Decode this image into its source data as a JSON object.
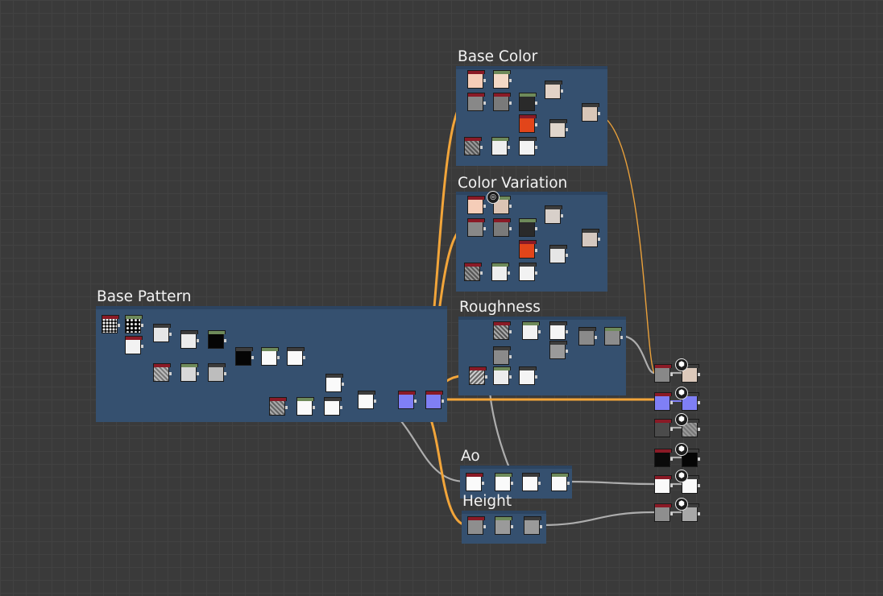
{
  "frames": {
    "base_color": "Base Color",
    "color_variation": "Color Variation",
    "roughness": "Roughness",
    "base_pattern": "Base Pattern",
    "ao": "Ao",
    "height": "Height"
  },
  "colors": {
    "canvas": "#3a3a3a",
    "frame": "#35506f",
    "wire_orange": "#f2a53a",
    "wire_gray": "#b4b4b4",
    "node_header_red": "#8a1a26",
    "node_header_green": "#6e8a5a",
    "node_header_dark": "#3c3c3c",
    "output_purple": "#7f7ff5"
  },
  "icons": {
    "output": "cube-icon",
    "pin": "pin-icon"
  }
}
